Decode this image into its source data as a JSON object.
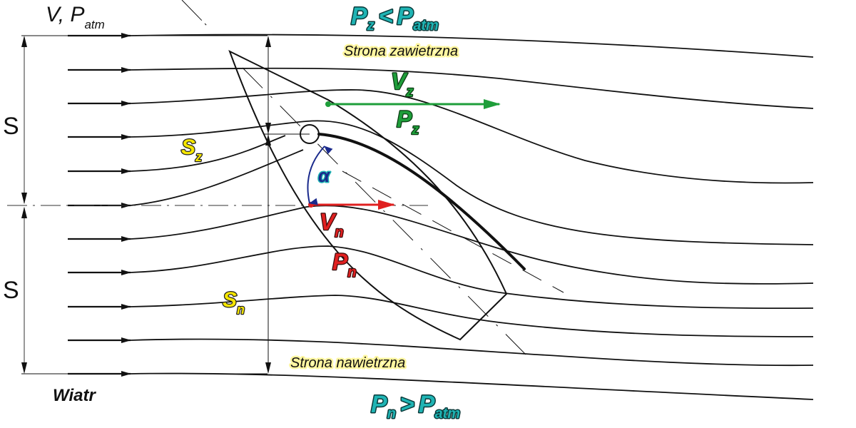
{
  "labels": {
    "inflow": {
      "main": "V, P",
      "sub": "atm"
    },
    "pz_lt_patm": {
      "a": "P",
      "a_sub": "z",
      "op": "<",
      "b": "P",
      "b_sub": "atm"
    },
    "pn_gt_patm": {
      "a": "P",
      "a_sub": "n",
      "op": ">",
      "b": "P",
      "b_sub": "atm"
    },
    "leeward_side": "Strona zawietrzna",
    "windward_side": "Strona nawietrzna",
    "vz": {
      "main": "V",
      "sub": "z"
    },
    "pz": {
      "main": "P",
      "sub": "z"
    },
    "vn": {
      "main": "V",
      "sub": "n"
    },
    "pn": {
      "main": "P",
      "sub": "n"
    },
    "sz": {
      "main": "S",
      "sub": "z"
    },
    "sn": {
      "main": "S",
      "sub": "n"
    },
    "alpha": "α",
    "s_upper": "S",
    "s_lower": "S",
    "wind": "Wiatr"
  },
  "colors": {
    "green_vector": "#1e9e3a",
    "red_vector": "#e02020",
    "alpha_arc": "#1a2a8c",
    "teal_label": "#1fb4b4",
    "yellow_label": "#f5e600",
    "yellow_glow": "#fff6a0"
  }
}
